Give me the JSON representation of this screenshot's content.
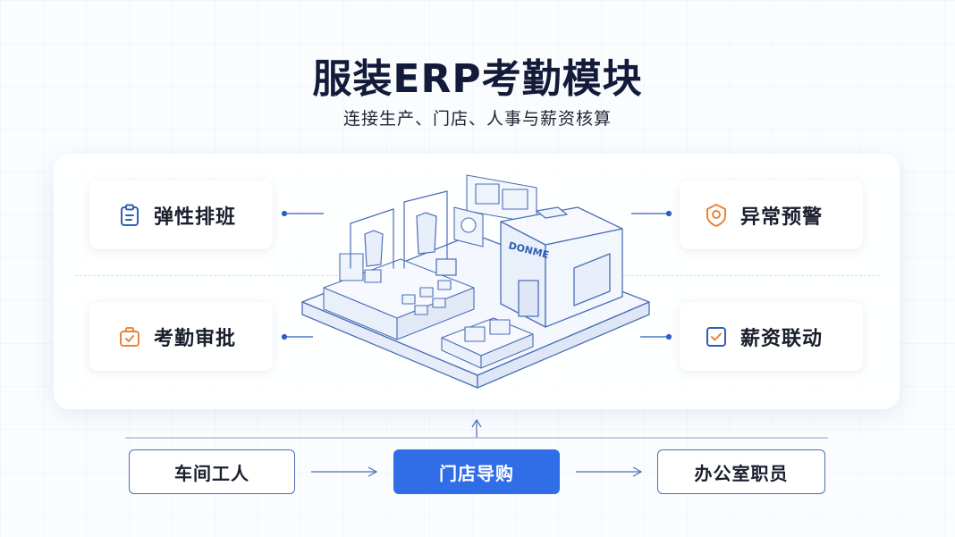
{
  "header": {
    "title": "服装ERP考勤模块",
    "subtitle": "连接生产、门店、人事与薪资核算"
  },
  "features": {
    "flex_schedule": "弹性排班",
    "attendance_approval": "考勤审批",
    "anomaly_alert": "异常预警",
    "salary_link": "薪资联动"
  },
  "illustration": {
    "store_sign": "DONME"
  },
  "roles": {
    "workshop_worker": "车间工人",
    "store_guide": "门店导购",
    "office_staff": "办公室职员"
  },
  "colors": {
    "accent_blue": "#2f6ee6",
    "accent_orange": "#e9853a",
    "title_dark": "#141a3a"
  },
  "icons": {
    "flex_schedule": "clipboard-icon",
    "attendance_approval": "bag-check-icon",
    "anomaly_alert": "location-alert-icon",
    "salary_link": "checkbox-icon"
  }
}
